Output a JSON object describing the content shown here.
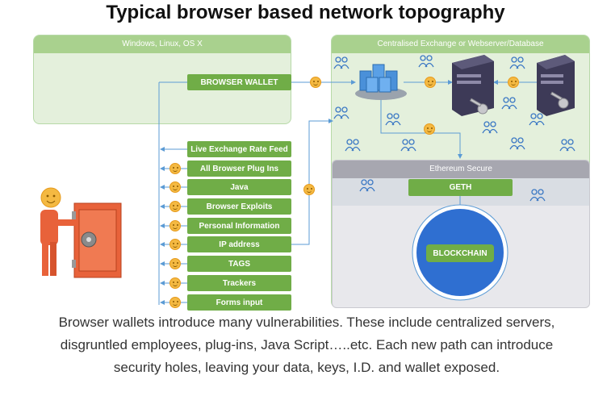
{
  "title": "Typical browser based network topography",
  "left_panel": {
    "header": "Windows, Linux,  OS X"
  },
  "browser_wallet": "BROWSER WALLET",
  "right_panel": {
    "header": "Centralised Exchange or Webserver/Database"
  },
  "ethereum_panel": {
    "header": "Ethereum Secure"
  },
  "geth": "GETH",
  "blockchain": "BLOCKCHAIN",
  "vulnerabilities": [
    "Live Exchange Rate Feed",
    "All Browser Plug Ins",
    "Java",
    "Browser Exploits",
    "Personal Information",
    "IP address",
    "TAGS",
    "Trackers",
    "Forms input"
  ],
  "caption": [
    "Browser wallets introduce many vulnerabilities.  These include centralized servers,",
    "disgruntled employees, plug-ins, Java Script…..etc.  Each new path can introduce",
    "security holes, leaving your data, keys, I.D. and wallet exposed."
  ],
  "colors": {
    "panel_fill": "#e4f0dc",
    "panel_header": "#a9d18e",
    "button_green": "#70ad47",
    "connector_blue": "#5b9bd5",
    "blockchain_blue": "#2f6fd1",
    "smiley": "#f4b942"
  },
  "icons": [
    "user-group-icon",
    "server-icon",
    "database-icon",
    "key-icon",
    "smiley-icon",
    "vault-icon"
  ]
}
